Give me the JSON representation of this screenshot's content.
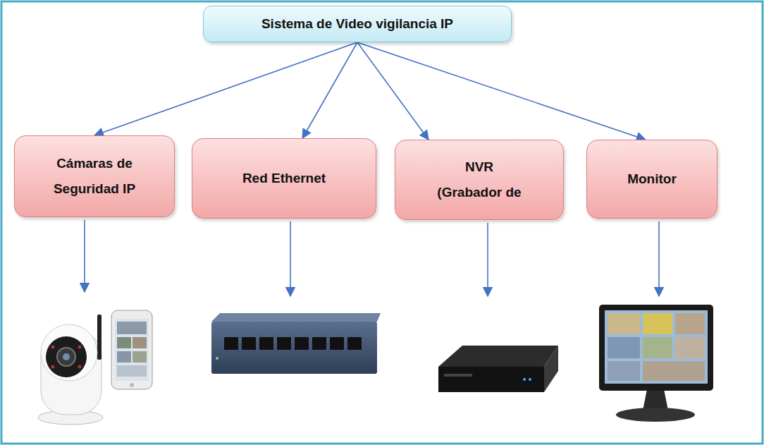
{
  "diagram": {
    "nodes": [
      {
        "text": [
          "Sistema de Video vigilancia IP"
        ]
      },
      {
        "text": [
          "Cámaras de Seguridad IP"
        ]
      },
      {
        "text": [
          "Red Ethernet"
        ]
      },
      {
        "text": [
          "NVR (Grabador de"
        ]
      },
      {
        "text": [
          "Monitor"
        ]
      }
    ],
    "edges": [
      {
        "from": 0,
        "to": 1,
        "arrow": "to"
      },
      {
        "from": 0,
        "to": 2,
        "arrow": "to"
      },
      {
        "from": 0,
        "to": 3,
        "arrow": "to"
      },
      {
        "from": 0,
        "to": 4,
        "arrow": "to"
      }
    ]
  }
}
